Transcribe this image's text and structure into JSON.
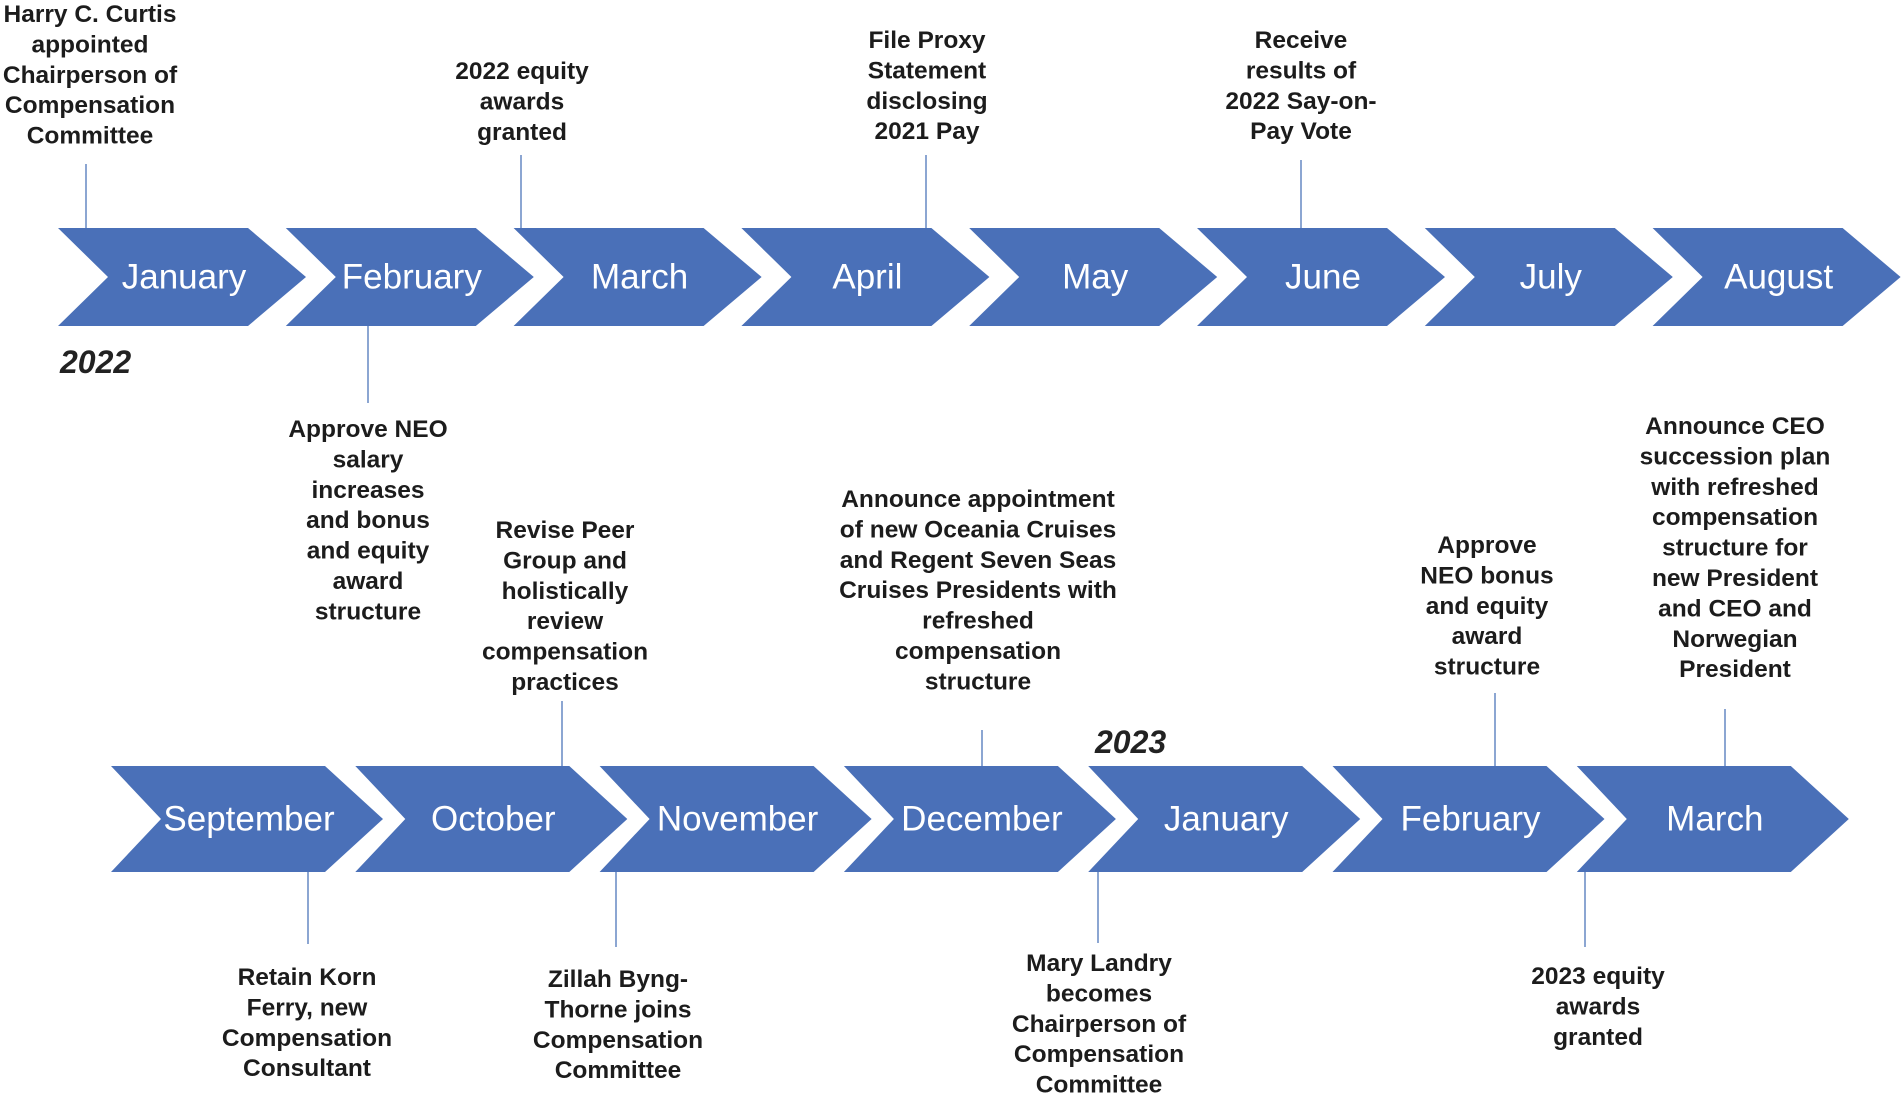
{
  "rows": [
    {
      "id": "row-1",
      "months": [
        "January",
        "February",
        "March",
        "April",
        "May",
        "June",
        "July",
        "August"
      ]
    },
    {
      "id": "row-2",
      "months": [
        "September",
        "October",
        "November",
        "December",
        "January",
        "February",
        "March"
      ]
    }
  ],
  "years": [
    {
      "id": "year-2022",
      "label": "2022"
    },
    {
      "id": "year-2023",
      "label": "2023"
    }
  ],
  "events": [
    {
      "id": "harry-curtis",
      "lines": [
        "Harry C. Curtis",
        "appointed",
        "Chairperson of",
        "Compensation",
        "Committee"
      ]
    },
    {
      "id": "equity-2022",
      "lines": [
        "2022 equity",
        "awards",
        "granted"
      ]
    },
    {
      "id": "proxy",
      "lines": [
        "File Proxy",
        "Statement",
        "disclosing",
        "2021 Pay"
      ]
    },
    {
      "id": "say-on-pay",
      "lines": [
        "Receive",
        "results of",
        "2022 Say-on-",
        "Pay Vote"
      ]
    },
    {
      "id": "neo-salary",
      "lines": [
        "Approve NEO",
        "salary",
        "increases",
        "and bonus",
        "and equity",
        "award",
        "structure"
      ]
    },
    {
      "id": "peer-group",
      "lines": [
        "Revise Peer",
        "Group and",
        "holistically",
        "review",
        "compensation",
        "practices"
      ]
    },
    {
      "id": "presidents",
      "lines": [
        "Announce appointment",
        "of new Oceania Cruises",
        "and Regent Seven Seas",
        "Cruises Presidents with",
        "refreshed",
        "compensation",
        "structure"
      ]
    },
    {
      "id": "neo-bonus",
      "lines": [
        "Approve",
        "NEO bonus",
        "and equity",
        "award",
        "structure"
      ]
    },
    {
      "id": "ceo-succession",
      "lines": [
        "Announce CEO",
        "succession plan",
        "with refreshed",
        "compensation",
        "structure for",
        "new President",
        "and CEO and",
        "Norwegian",
        "President"
      ]
    },
    {
      "id": "korn-ferry",
      "lines": [
        "Retain Korn",
        "Ferry, new",
        "Compensation",
        "Consultant"
      ]
    },
    {
      "id": "byng-thorne",
      "lines": [
        "Zillah Byng-",
        "Thorne joins",
        "Compensation",
        "Committee"
      ]
    },
    {
      "id": "mary-landry",
      "lines": [
        "Mary Landry",
        "becomes",
        "Chairperson of",
        "Compensation",
        "Committee"
      ]
    },
    {
      "id": "equity-2023",
      "lines": [
        "2023 equity",
        "awards",
        "granted"
      ]
    }
  ]
}
